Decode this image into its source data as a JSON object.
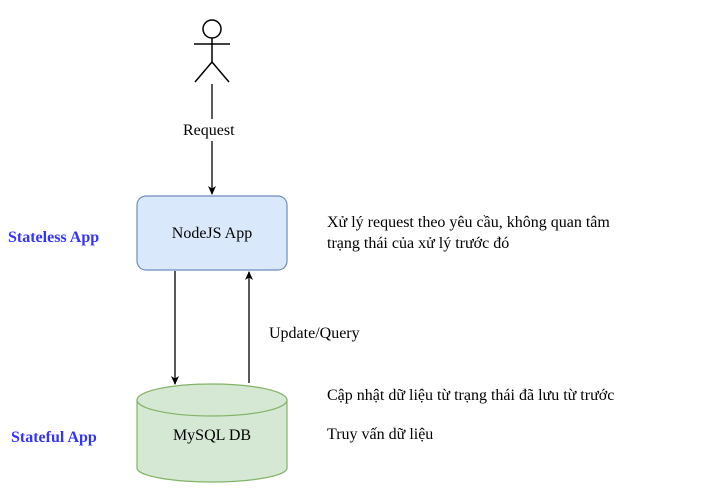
{
  "actor": {
    "label": "Request"
  },
  "stateless": {
    "side_label": "Stateless App",
    "box_label": "NodeJS App",
    "note_line1": "Xử lý request theo yêu cầu, không quan tâm",
    "note_line2": "trạng thái của xử lý trước đó",
    "fill": "#dae8fc",
    "stroke": "#6c8ebf"
  },
  "stateful": {
    "side_label": "Stateful App",
    "db_label": "MySQL DB",
    "note_line1": "Cập nhật dữ liệu từ trạng thái đã lưu từ trước",
    "note_line2": "Truy vấn dữ liệu",
    "fill": "#d5e8d4",
    "stroke": "#82b366"
  },
  "edge": {
    "label": "Update/Query"
  },
  "colors": {
    "side_label": "#3333ff",
    "line": "#000000"
  }
}
